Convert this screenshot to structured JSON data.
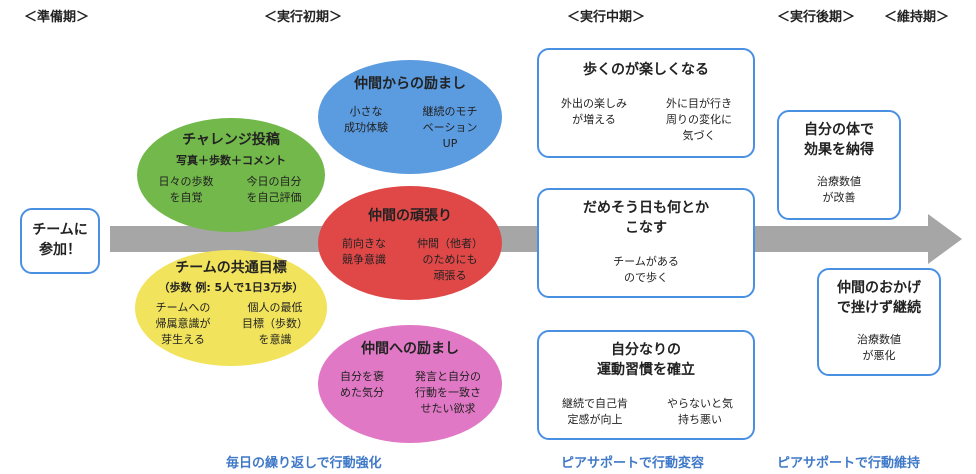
{
  "phases": {
    "prep": "＜準備期＞",
    "early": "＜実行初期＞",
    "mid": "＜実行中期＞",
    "late": "＜実行後期＞",
    "maintain": "＜維持期＞"
  },
  "start_box": "チームに\n参加！",
  "green": {
    "title": "チャレンジ投稿",
    "sub": "写真＋歩数＋コメント",
    "left": "日々の歩数\nを自覚",
    "right": "今日の自分\nを自己評価"
  },
  "yellow": {
    "title": "チームの共通目標",
    "sub": "（歩数 例: 5人で1日3万歩）",
    "left": "チームへの\n帰属意識が\n芽生える",
    "right": "個人の最低\n目標（歩数）\nを意識"
  },
  "blue": {
    "title": "仲間からの励まし",
    "left": "小さな\n成功体験",
    "right": "継続のモチ\nベーション\nUP"
  },
  "red": {
    "title": "仲間の頑張り",
    "left": "前向きな\n競争意識",
    "right": "仲間（他者）\nのためにも\n頑張る"
  },
  "pink": {
    "title": "仲間への励まし",
    "left": "自分を褒\nめた気分",
    "right": "発言と自分の\n行動を一致さ\nせたい欲求"
  },
  "mid1": {
    "title": "歩くのが楽しくなる",
    "left": "外出の楽しみ\nが増える",
    "right": "外に目が行き\n周りの変化に\n気づく"
  },
  "mid2": {
    "title": "だめそう日も何とか\nこなす",
    "body": "チームがある\nので歩く"
  },
  "mid3": {
    "title": "自分なりの\n運動習慣を確立",
    "left": "継続で自己肯\n定感が向上",
    "right": "やらないと気\n持ち悪い"
  },
  "late1": {
    "title": "自分の体で\n効果を納得",
    "body": "治療数値\nが改善"
  },
  "late2": {
    "title": "仲間のおかげ\nで挫けず継続",
    "body": "治療数値\nが悪化"
  },
  "footers": {
    "early": "毎日の繰り返しで行動強化",
    "mid": "ピアサポートで行動変容",
    "late": "ピアサポートで行動維持"
  },
  "colors": {
    "arrow": "#a6a6a6",
    "green": "#72b84a",
    "yellow": "#f2e35c",
    "blue": "#5b9be0",
    "red": "#e04848",
    "pink": "#e178c5",
    "border": "#4a90e2",
    "footer": "#3f79c8"
  }
}
